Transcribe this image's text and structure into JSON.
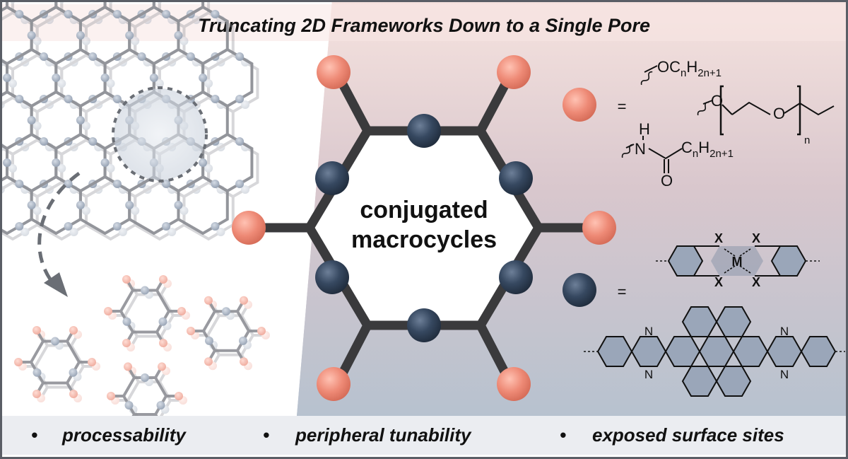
{
  "title": "Truncating 2D Frameworks Down to a Single Pore",
  "center_label": {
    "line1": "conjugated",
    "line2": "macrocycles"
  },
  "bullets": [
    {
      "marker": "•",
      "text": "processability"
    },
    {
      "marker": "•",
      "text": "peripheral tunability"
    },
    {
      "marker": "•",
      "text": "exposed surface sites"
    }
  ],
  "legend": {
    "equals": "=",
    "substituents": {
      "alkoxy": {
        "prefix": "OC",
        "n": "n",
        "h": "H",
        "sub": "2n+1"
      },
      "peg": {
        "o1": "O",
        "o2": "O",
        "n": "n"
      },
      "amide": {
        "nh_h": "H",
        "nh_n": "N",
        "c": "C",
        "n": "n",
        "h": "H",
        "sub": "2n+1",
        "o": "O"
      }
    },
    "linkers": {
      "metal": {
        "x": "X",
        "m": "M"
      },
      "pyrazine": {
        "n": "N"
      }
    }
  },
  "colors": {
    "peripheral_node": "#ef8f7c",
    "core_node": "#364860",
    "framework_bond": "#3a3a3c",
    "faded_node": "#9aa6b7",
    "panel_top": "#f5dcd8",
    "panel_bottom": "#b9c3cf",
    "bullet_bar": "#e9ebef",
    "border": "#5a5e66"
  }
}
